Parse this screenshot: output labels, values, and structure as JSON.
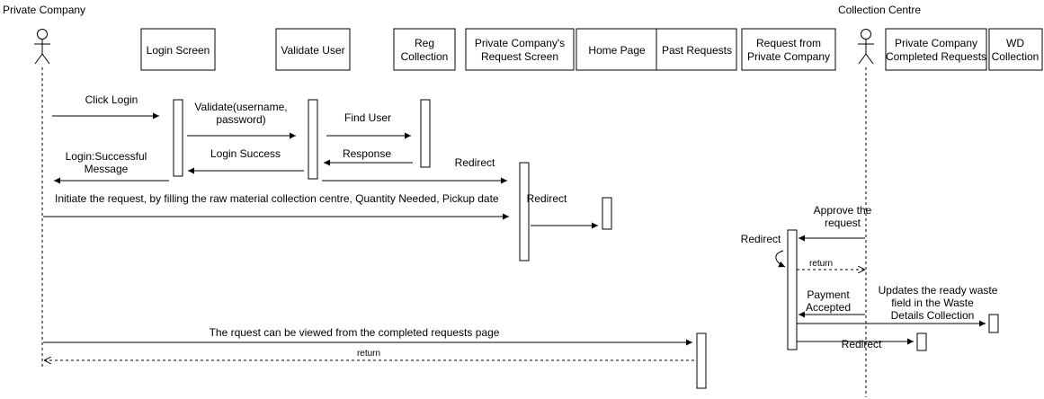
{
  "actors": {
    "private_company": "Private Company",
    "collection_centre": "Collection Centre"
  },
  "lifelines": {
    "login_screen": "Login Screen",
    "validate_user": "Validate User",
    "reg_collection": [
      "Reg",
      "Collection"
    ],
    "request_screen": [
      "Private Company's",
      "Request Screen"
    ],
    "home_page": "Home Page",
    "past_requests": "Past Requests",
    "request_from_pc": [
      "Request from",
      "Private Company"
    ],
    "pc_completed": [
      "Private Company",
      "Completed Requests"
    ],
    "wd_collection": [
      "WD",
      "Collection"
    ]
  },
  "messages": {
    "click_login": "Click Login",
    "validate": [
      "Validate(username,",
      "password)"
    ],
    "find_user": "Find User",
    "login_success": "Login Success",
    "response": "Response",
    "login_msg": [
      "Login:Successful",
      "Message"
    ],
    "redirect_1": "Redirect",
    "redirect_2": "Redirect",
    "initiate": "Initiate the request, by filling the raw material  collection centre, Quantity Needed, Pickup date",
    "approve": [
      "Approve the",
      "request"
    ],
    "redirect_3": "Redirect",
    "return_1": "return",
    "payment": [
      "Payment",
      "Accepted"
    ],
    "updates": [
      "Updates the ready waste",
      "field in the Waste",
      "Details Collection"
    ],
    "redirect_4": "Redirect",
    "viewed": "The rquest can be viewed from the completed requests page",
    "return_2": "return"
  }
}
